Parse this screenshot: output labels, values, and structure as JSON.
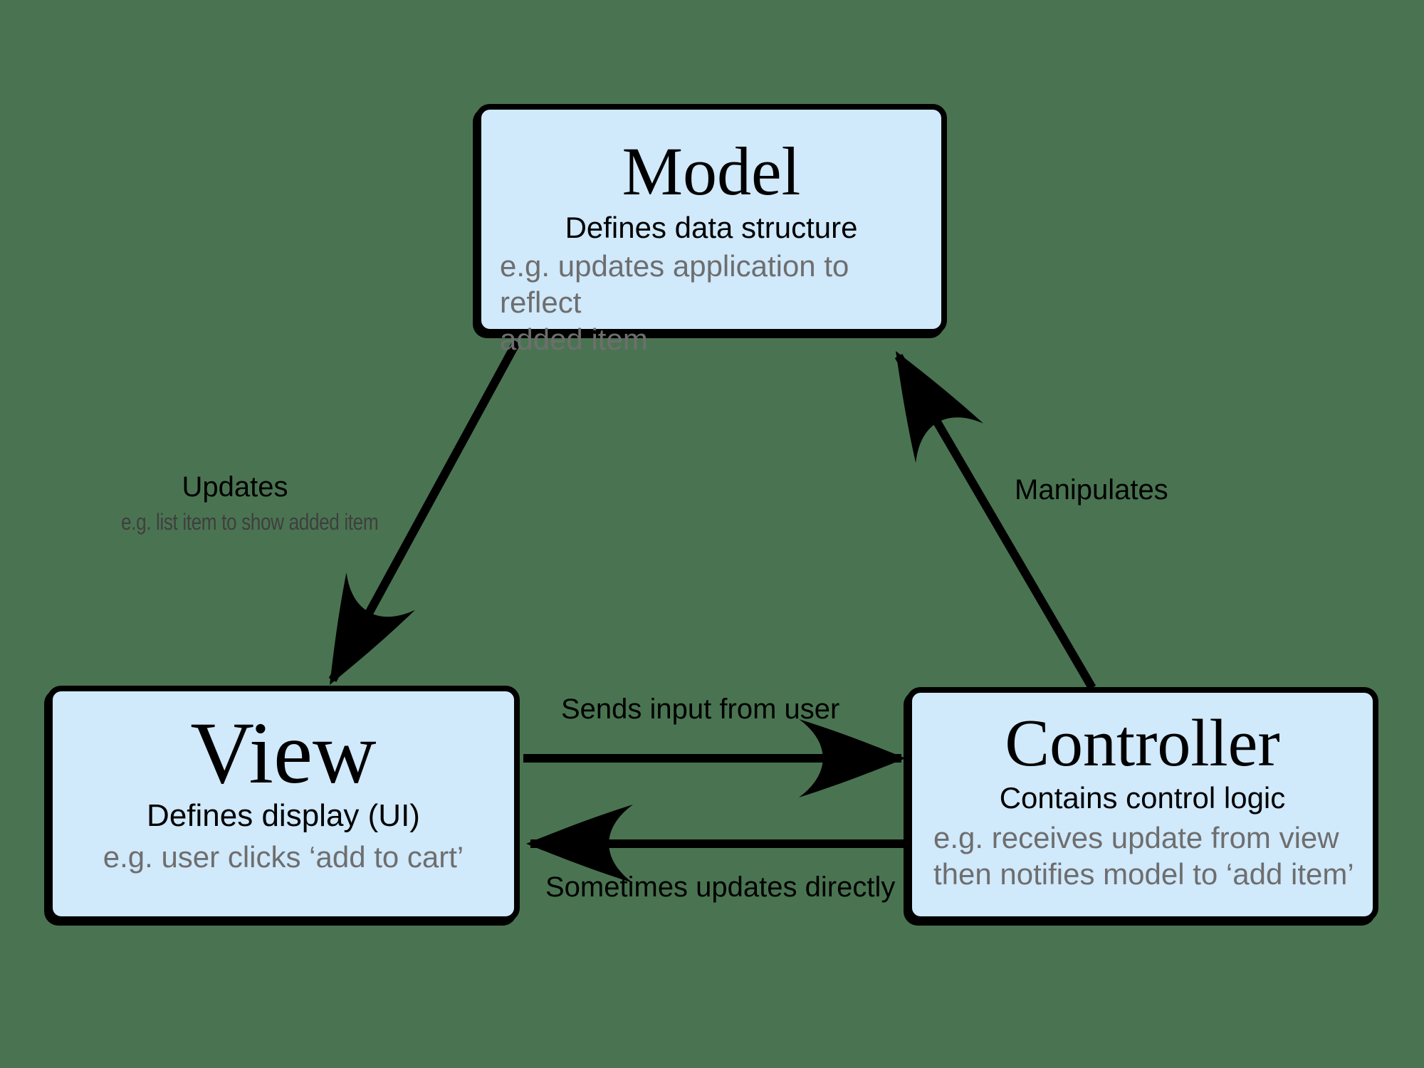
{
  "colors": {
    "background": "#4A7451",
    "box_fill": "#D0E9FB",
    "box_border": "#000000",
    "text_primary": "#000000",
    "text_secondary": "#6E6E6E",
    "label_secondary": "#3F3F3F",
    "arrow": "#000000"
  },
  "boxes": {
    "model": {
      "title": "Model",
      "subtitle": "Defines data structure",
      "example_lines": [
        "e.g. updates application to reflect",
        "added item"
      ]
    },
    "view": {
      "title": "View",
      "subtitle": "Defines display (UI)",
      "example_lines": [
        "e.g. user clicks ‘add to cart’"
      ]
    },
    "controller": {
      "title": "Controller",
      "subtitle": "Contains control logic",
      "example_lines": [
        "e.g. receives update from view",
        "then notifies model to ‘add item’"
      ]
    }
  },
  "arrows": {
    "model_to_view": {
      "label": "Updates",
      "sublabel": "e.g. list item to show added item"
    },
    "controller_to_model": {
      "label": "Manipulates"
    },
    "view_to_controller": {
      "label": "Sends input from user"
    },
    "controller_to_view": {
      "label": "Sometimes updates directly"
    }
  }
}
